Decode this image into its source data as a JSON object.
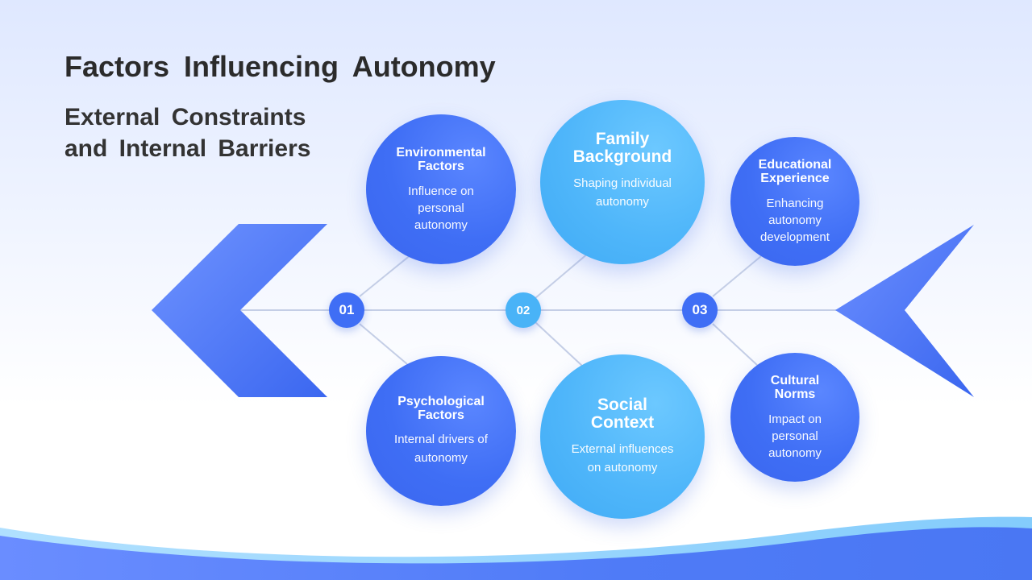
{
  "title": "Factors  Influencing  Autonomy",
  "subtitle": {
    "line1": "External  Constraints",
    "line2": "and  Internal  Barriers"
  },
  "steps": [
    {
      "number": "01"
    },
    {
      "number": "02"
    },
    {
      "number": "03"
    }
  ],
  "factors": {
    "environmental": {
      "title_line1": "Environmental",
      "title_line2": "Factors",
      "desc_line1": "Influence on",
      "desc_line2": "personal",
      "desc_line3": "autonomy"
    },
    "family": {
      "title_line1": "Family",
      "title_line2": "Background",
      "desc_line1": "Shaping individual",
      "desc_line2": "autonomy"
    },
    "educational": {
      "title_line1": "Educational",
      "title_line2": "Experience",
      "desc_line1": "Enhancing",
      "desc_line2": "autonomy",
      "desc_line3": "development"
    },
    "psychological": {
      "title_line1": "Psychological",
      "title_line2": "Factors",
      "desc_line1": "Internal drivers of",
      "desc_line2": "autonomy"
    },
    "social": {
      "title_line1": "Social",
      "title_line2": "Context",
      "desc_line1": "External influences",
      "desc_line2": "on autonomy"
    },
    "cultural": {
      "title_line1": "Cultural",
      "title_line2": "Norms",
      "desc_line1": "Impact on",
      "desc_line2": "personal",
      "desc_line3": "autonomy"
    }
  },
  "colors": {
    "primary_blue": "#3f6ef5",
    "accent_cyan": "#49b3f7",
    "connector": "#c4cee6",
    "title_text": "#2b2b2b"
  }
}
